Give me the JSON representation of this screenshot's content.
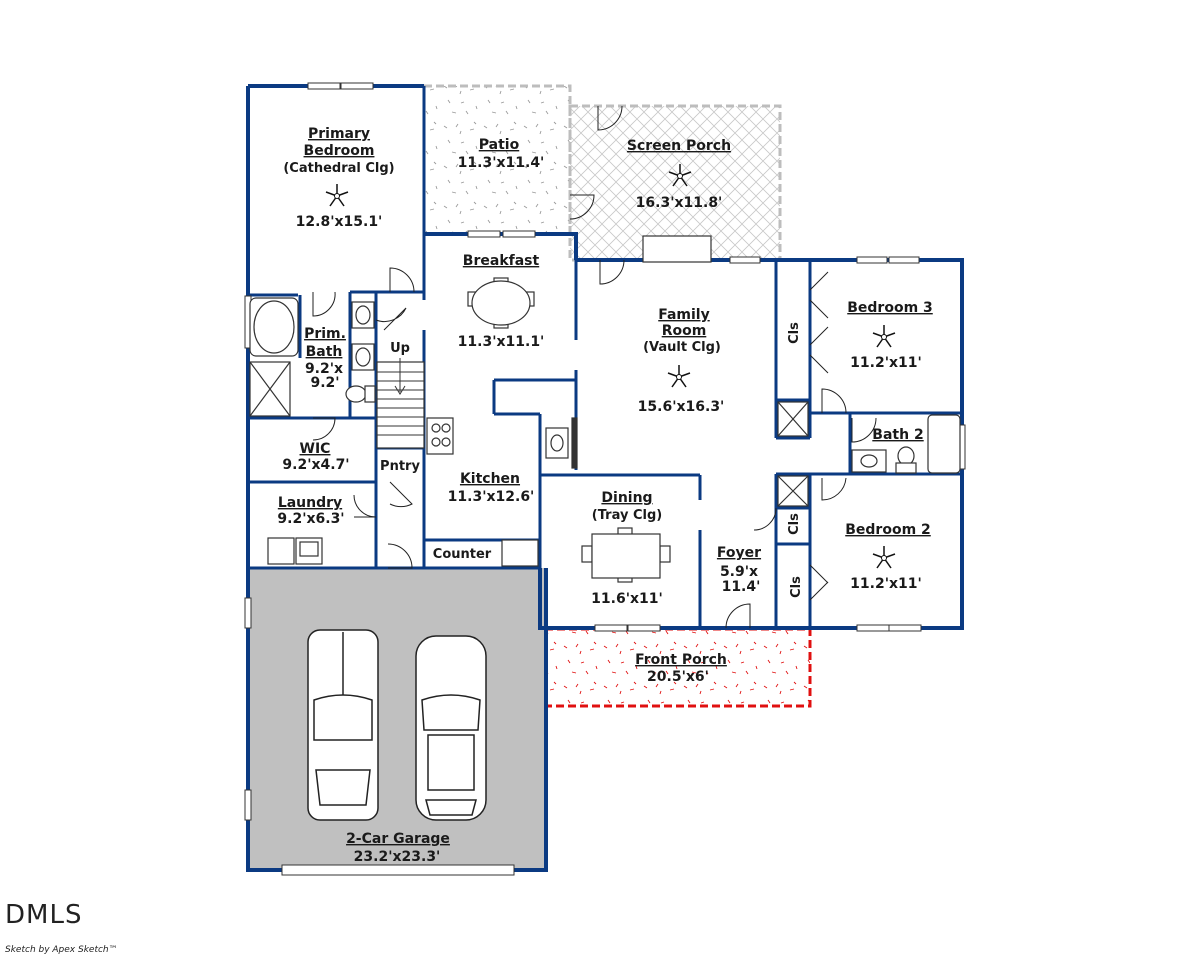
{
  "rooms": {
    "primary_bedroom": {
      "name1": "Primary",
      "name2": "Bedroom",
      "sub": "(Cathedral Clg)",
      "dim": "12.8'x15.1'"
    },
    "patio": {
      "name": "Patio",
      "dim": "11.3'x11.4'"
    },
    "screen_porch": {
      "name": "Screen Porch",
      "dim": "16.3'x11.8'"
    },
    "breakfast": {
      "name": "Breakfast",
      "dim": "11.3'x11.1'"
    },
    "family_room": {
      "name1": "Family",
      "name2": "Room",
      "sub": "(Vault Clg)",
      "dim": "15.6'x16.3'"
    },
    "bedroom3": {
      "name": "Bedroom 3",
      "dim": "11.2'x11'"
    },
    "prim_bath": {
      "name1": "Prim.",
      "name2": "Bath",
      "dim1": "9.2'x",
      "dim2": "9.2'"
    },
    "stairs": {
      "label": "Up"
    },
    "wic": {
      "name": "WIC",
      "dim": "9.2'x4.7'"
    },
    "pantry": {
      "name": "Pntry"
    },
    "kitchen": {
      "name": "Kitchen",
      "dim": "11.3'x12.6'"
    },
    "laundry": {
      "name": "Laundry",
      "dim": "9.2'x6.3'"
    },
    "counter": {
      "name": "Counter"
    },
    "dining": {
      "name": "Dining",
      "sub": "(Tray Clg)",
      "dim": "11.6'x11'"
    },
    "foyer": {
      "name": "Foyer",
      "dim1": "5.9'x",
      "dim2": "11.4'"
    },
    "bath2": {
      "name": "Bath 2"
    },
    "bedroom2": {
      "name": "Bedroom 2",
      "dim": "11.2'x11'"
    },
    "front_porch": {
      "name": "Front Porch",
      "dim": "20.5'x6'"
    },
    "garage": {
      "name": "2-Car Garage",
      "dim": "23.2'x23.3'"
    }
  },
  "closets": {
    "c1": "Cls",
    "c2": "Cls",
    "c3": "Cls"
  },
  "footer": {
    "logo": "DMLS",
    "credit": "Sketch by Apex Sketch™"
  },
  "colors": {
    "wall": "#0b3a82",
    "garage_fill": "#c0c0c0",
    "porch_outline": "#e01010",
    "patio_outline": "#bdbdbd"
  }
}
